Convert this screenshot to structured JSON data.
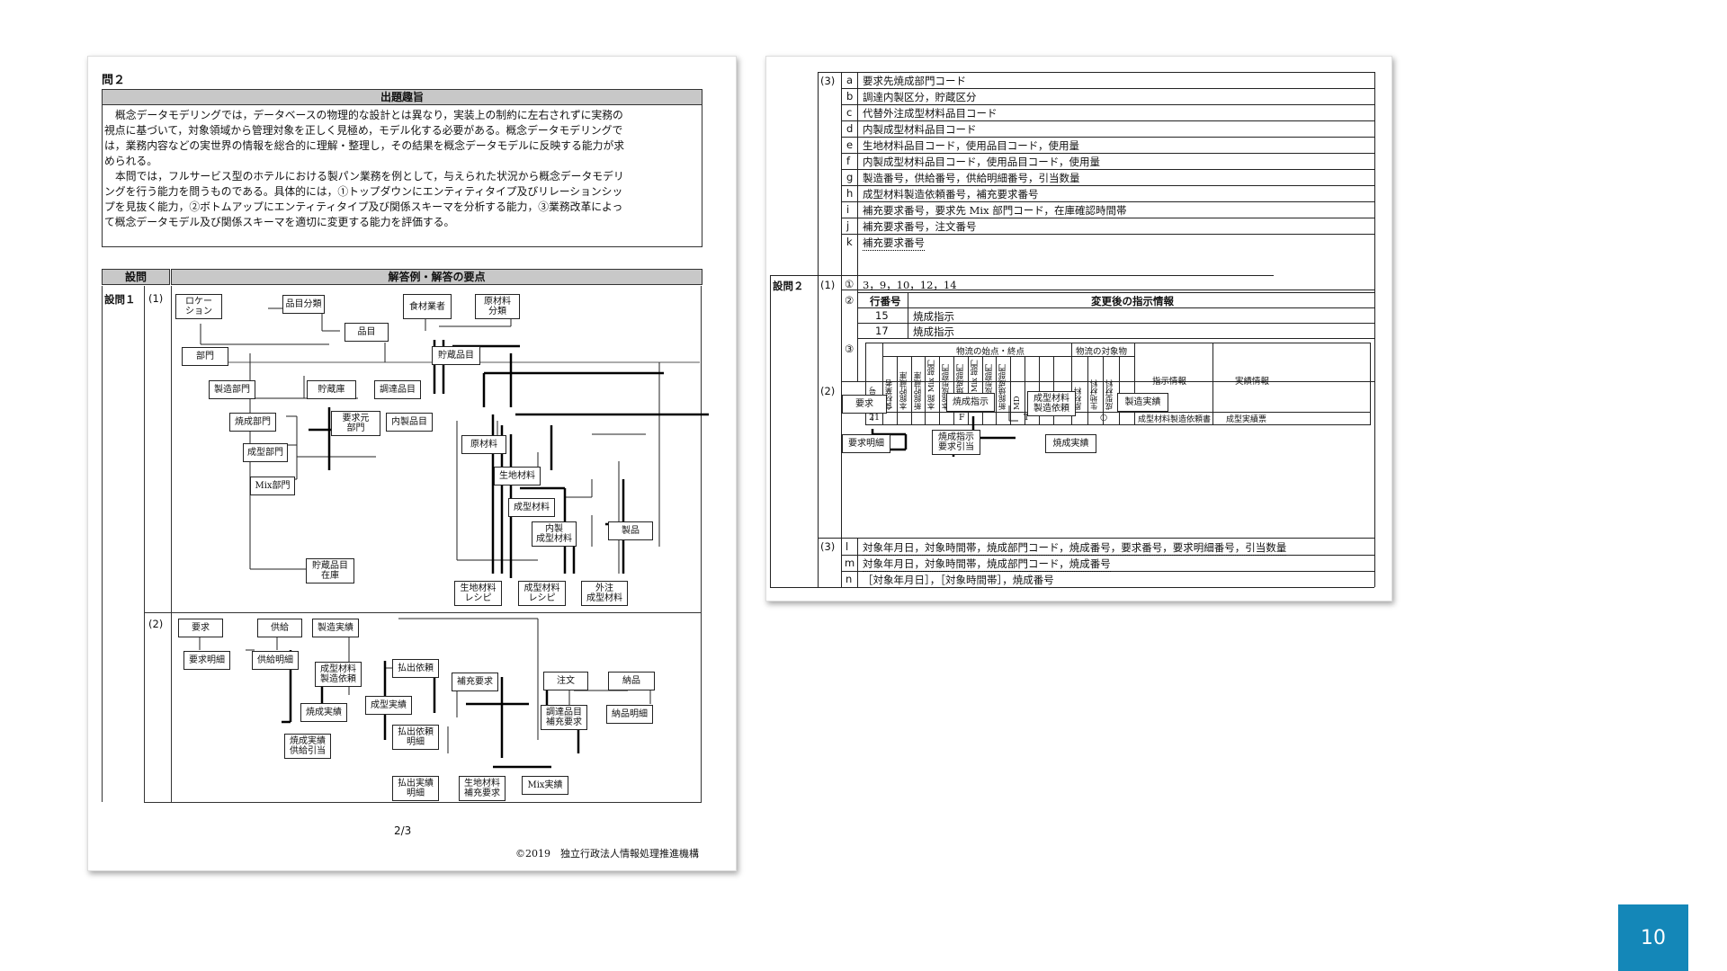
{
  "left_page": {
    "question_label": "問２",
    "purpose_header": "出題趣旨",
    "purpose_text": [
      "概念データモデリングでは，データベースの物理的な設計とは異なり，実装上の制約に左右されずに実務の",
      "視点に基づいて，対象領域から管理対象を正しく見極め，モデル化する必要がある。概念データモデリングで",
      "は，業務内容などの実世界の情報を総合的に理解・整理し，その結果を概念データモデルに反映する能力が求",
      "められる。",
      "本問では，フルサービス型のホテルにおける製パン業務を例として，与えられた状況から概念データモデリ",
      "ングを行う能力を問うものである。具体的には，①トップダウンにエンティティタイプ及びリレーションシッ",
      "プを見抜く能力，②ボトムアップにエンティティタイプ及び関係スキーマを分析する能力，③業務改革によっ",
      "て概念データモデル及び関係スキーマを適切に変更する能力を評価する。"
    ],
    "table_header_q": "設問",
    "table_header_a": "解答例・解答の要点",
    "q1_label": "設問１",
    "sub1": "(1)",
    "sub2": "(2)",
    "diagram1_entities": {
      "location": "ロケー\nション",
      "item_class": "品目分類",
      "food_supplier": "食材業者",
      "raw_class": "原材料\n分類",
      "item": "品目",
      "dept": "部門",
      "stock_item": "貯蔵品目",
      "mfg_dept": "製造部門",
      "storage": "貯蔵庫",
      "procured_item": "調達品目",
      "bake_dept": "焼成部門",
      "request_dept": "要求元\n部門",
      "internal_item": "内製品目",
      "mold_dept": "成型部門",
      "raw_material": "原材料",
      "mix_dept": "Mix部門",
      "dough_material": "生地材料",
      "formed_material": "成型材料",
      "internal_formed": "内製\n成型材料",
      "product": "製品",
      "stock_inventory": "貯蔵品目\n在庫",
      "dough_recipe": "生地材料\nレシピ",
      "formed_recipe": "成型材料\nレシピ",
      "outsourced_formed": "外注\n成型材料"
    },
    "diagram2_entities": {
      "request": "要求",
      "supply": "供給",
      "mfg_result": "製造実績",
      "request_detail": "要求明細",
      "supply_detail": "供給明細",
      "formed_mfg_request": "成型材料\n製造依頼",
      "payout_request": "払出依頼",
      "replenish_request": "補充要求",
      "order": "注文",
      "delivery": "納品",
      "bake_result": "焼成実績",
      "mold_result": "成型実績",
      "payout_request_detail": "払出依頼\n明細",
      "procured_replenish": "調達品目\n補充要求",
      "delivery_detail": "納品明細",
      "bake_supply_alloc": "焼成実績\n供給引当",
      "payout_result_detail": "払出実績\n明細",
      "dough_replenish": "生地材料\n補充要求",
      "mix_result": "Mix実績"
    },
    "page_number": "2/3",
    "copyright": "©2019　独立行政法人情報処理推進機構"
  },
  "right_page": {
    "q1_3": {
      "label": "(3)",
      "rows": [
        {
          "key": "a",
          "text": "要求先焼成部門コード"
        },
        {
          "key": "b",
          "text": "調達内製区分，貯蔵区分"
        },
        {
          "key": "c",
          "text": "代替外注成型材料品目コード"
        },
        {
          "key": "d",
          "text": "内製成型材料品目コード"
        },
        {
          "key": "e",
          "text": "生地材料品目コード，使用品目コード，使用量"
        },
        {
          "key": "f",
          "text": "内製成型材料品目コード，使用品目コード，使用量"
        },
        {
          "key": "g",
          "text": "製造番号，供給番号，供給明細番号，引当数量"
        },
        {
          "key": "h",
          "text": "成型材料製造依頼番号，補充要求番号"
        },
        {
          "key": "i",
          "text": "補充要求番号，要求先 Mix 部門コード，在庫確認時間帯"
        },
        {
          "key": "j",
          "text": "補充要求番号，注文番号"
        },
        {
          "key": "k",
          "text": "補充要求番号"
        }
      ]
    },
    "q2_label": "設問２",
    "q2_1": {
      "label": "(1)",
      "c1_key": "①",
      "c1_text": "3，9，10，12，14",
      "c2_key": "②",
      "c2_head_row": "行番号",
      "c2_head_info": "変更後の指示情報",
      "c2_rows": [
        {
          "row": "15",
          "info": "焼成指示"
        },
        {
          "row": "17",
          "info": "焼成指示"
        }
      ],
      "c3_key": "③",
      "c3_group1": "物流の始点・終点",
      "c3_group2": "物流の対象物",
      "c3_cols": [
        "行番号",
        "食材業者",
        "本館貯蔵庫",
        "新館貯蔵庫",
        "本館 Mix 部門",
        "本館成型部門",
        "本館焼成部門",
        "新館 Mix 部門",
        "新館成型部門",
        "新館焼成部門",
        "MD",
        "CD",
        "BQ",
        "CF",
        "原材料",
        "生地材料",
        "成型材料",
        "製品"
      ],
      "c3_col_instr": "指示情報",
      "c3_col_result": "実績情報",
      "c3_row": {
        "no": "21",
        "f": "F",
        "t": "T",
        "mark": "○",
        "instr": "成型材料製造依頼書",
        "result": "成型実績票"
      }
    },
    "q2_2": {
      "label": "(2)",
      "entities": {
        "request": "要求",
        "bake_instr": "焼成指示",
        "formed_mfg_req": "成型材料\n製造依頼",
        "mfg_result": "製造実績",
        "request_detail": "要求明細",
        "bake_instr_alloc": "焼成指示\n要求引当",
        "bake_result": "焼成実績"
      }
    },
    "q2_3": {
      "label": "(3)",
      "rows": [
        {
          "key": "l",
          "text": "対象年月日，対象時間帯，焼成部門コード，焼成番号，要求番号，要求明細番号，引当数量"
        },
        {
          "key": "m",
          "text": "対象年月日，対象時間帯，焼成部門コード，焼成番号"
        },
        {
          "key": "n",
          "text": "［対象年月日］，［対象時間帯］，焼成番号"
        }
      ]
    }
  },
  "slide_number": "10"
}
